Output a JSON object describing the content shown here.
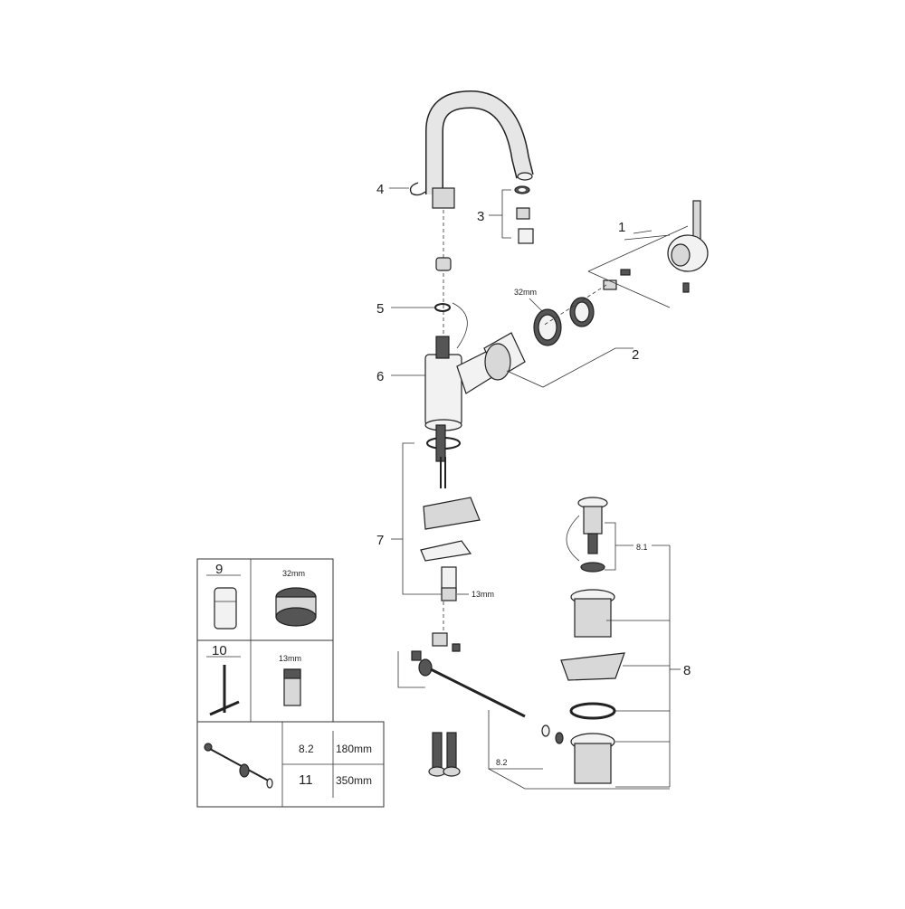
{
  "callouts": {
    "c1": "1",
    "c2": "2",
    "c3": "3",
    "c4": "4",
    "c5": "5",
    "c6": "6",
    "c7": "7",
    "c8": "8",
    "c81": "8.1",
    "c82": "8.2"
  },
  "dims": {
    "cartridge_nut": "32mm",
    "hose_nut": "13mm"
  },
  "accessories": {
    "item9": "9",
    "item9_size": "32mm",
    "item10": "10",
    "item10_size": "13mm",
    "rods": [
      {
        "ref": "8.2",
        "length": "180mm"
      },
      {
        "ref": "11",
        "length": "350mm"
      }
    ]
  }
}
